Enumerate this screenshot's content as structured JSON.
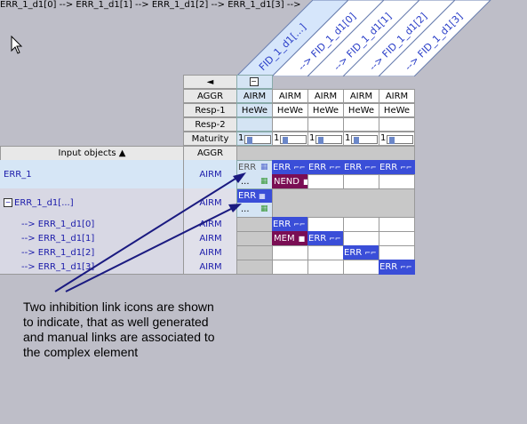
{
  "column_headers": [
    "FID_1_d1[...]",
    "--> FID_1_d1[0]",
    "--> FID_1_d1[1]",
    "--> FID_1_d1[2]",
    "--> FID_1_d1[3]"
  ],
  "left_header": {
    "nav_arrow": "◄",
    "attr_labels": [
      "AGGR",
      "Resp-1",
      "Resp-2",
      "Maturity"
    ],
    "input_objects": "Input objects ▲",
    "aggr": "AGGR"
  },
  "columns": [
    {
      "aggr": "AIRM",
      "resp1": "HeWe",
      "resp2": "",
      "maturity": "1"
    },
    {
      "aggr": "AIRM",
      "resp1": "HeWe",
      "resp2": "",
      "maturity": "1"
    },
    {
      "aggr": "AIRM",
      "resp1": "HeWe",
      "resp2": "",
      "maturity": "1"
    },
    {
      "aggr": "AIRM",
      "resp1": "HeWe",
      "resp2": "",
      "maturity": "1"
    },
    {
      "aggr": "AIRM",
      "resp1": "HeWe",
      "resp2": "",
      "maturity": "1"
    }
  ],
  "collapse_toggle": "−",
  "rows": [
    {
      "name": "ERR_1",
      "aggr": "AIRM"
    },
    {
      "name": "ERR_1_d1[...]",
      "aggr": "AIRM"
    },
    {
      "name": "--> ERR_1_d1[0]",
      "aggr": "AIRM"
    },
    {
      "name": "--> ERR_1_d1[1]",
      "aggr": "AIRM"
    },
    {
      "name": "--> ERR_1_d1[2]",
      "aggr": "AIRM"
    },
    {
      "name": "--> ERR_1_d1[3]",
      "aggr": "AIRM"
    }
  ],
  "cells": {
    "err": "ERR",
    "dots": "...",
    "nend": "NEND",
    "mem": "MEM"
  },
  "annotation": "Two inhibition link icons are shown to indicate, that as well generated and manual links are associated to the complex element",
  "colors": {
    "link_blue": "#3a4ed8",
    "memo_purple": "#7a0e54",
    "arrow": "#1a1a80"
  }
}
